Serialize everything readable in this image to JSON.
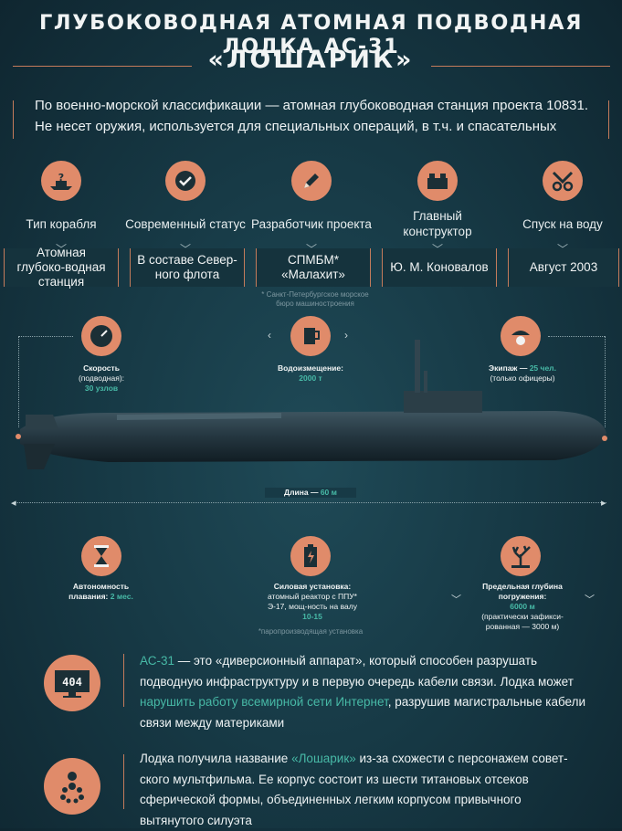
{
  "title": {
    "line1": "ГЛУБОКОВОДНАЯ АТОМНАЯ ПОДВОДНАЯ ЛОДКА АС-31",
    "line2": "«ЛОШАРИК»"
  },
  "intro": {
    "line1": "По военно-морской классификации — атомная глубоководная станция проекта 10831.",
    "line2": "Не несет оружия, используется для специальных операций, в т.ч. и спасательных"
  },
  "stats": [
    {
      "icon": "ship-question-icon",
      "label": "Тип корабля",
      "value": "Атомная глубоко-водная станция"
    },
    {
      "icon": "checkmark-icon",
      "label": "Современный статус",
      "value": "В составе Север-ного флота"
    },
    {
      "icon": "pencil-icon",
      "label": "Разработчик проекта",
      "value": "СПМБМ* «Малахит»"
    },
    {
      "icon": "brick-icon",
      "label": "Главный конструктор",
      "value": "Ю. М. Коновалов"
    },
    {
      "icon": "ribbon-cut-icon",
      "label": "Спуск на воду",
      "value": "Август 2003"
    }
  ],
  "stat_footnote": "* Санкт-Петербургское морское бюро машиностроения",
  "specs": {
    "speed": {
      "title": "Скорость",
      "sub": "(подводная):",
      "value": "30 узлов"
    },
    "displacement": {
      "title": "Водоизмещение:",
      "value": "2000 т"
    },
    "crew": {
      "title": "Экипаж —",
      "value": "25 чел.",
      "sub": "(только офицеры)"
    },
    "length": {
      "title": "Длина —",
      "value": "60 м"
    },
    "autonomy": {
      "title": "Автономность плавания:",
      "value": "2 мес."
    },
    "power": {
      "title": "Силовая установка:",
      "text": "атомный реактор с ППУ* Э-17, мощ-ность на валу",
      "value": "10-15"
    },
    "depth": {
      "title": "Предельная глубина погружения:",
      "value": "6000 м",
      "sub": "(практически зафикси-рованная — 3000 м)"
    },
    "power_footnote": "*паропроизводящая установка"
  },
  "screen_text": "404",
  "block1": {
    "p1": "АС-31",
    "p2": " — это «диверсионный аппарат», который способен разрушать подводную инфраструктуру и в первую очередь кабели связи. Лодка может ",
    "p3": "нарушить работу всемирной сети Интернет",
    "p4": ", разрушив магистральные кабели связи между материками"
  },
  "block2": {
    "p1": "Лодка получила название ",
    "p2": "«Лошарик»",
    "p3": " из-за схожести с персонажем совет-ского мультфильма. Ее корпус состоит из шести титановых отсеков сферической формы, объединенных легким корпусом привычного вытянутого силуэта"
  },
  "colors": {
    "accent": "#e08b6a",
    "teal": "#47b9a6",
    "background": "#173a46"
  }
}
